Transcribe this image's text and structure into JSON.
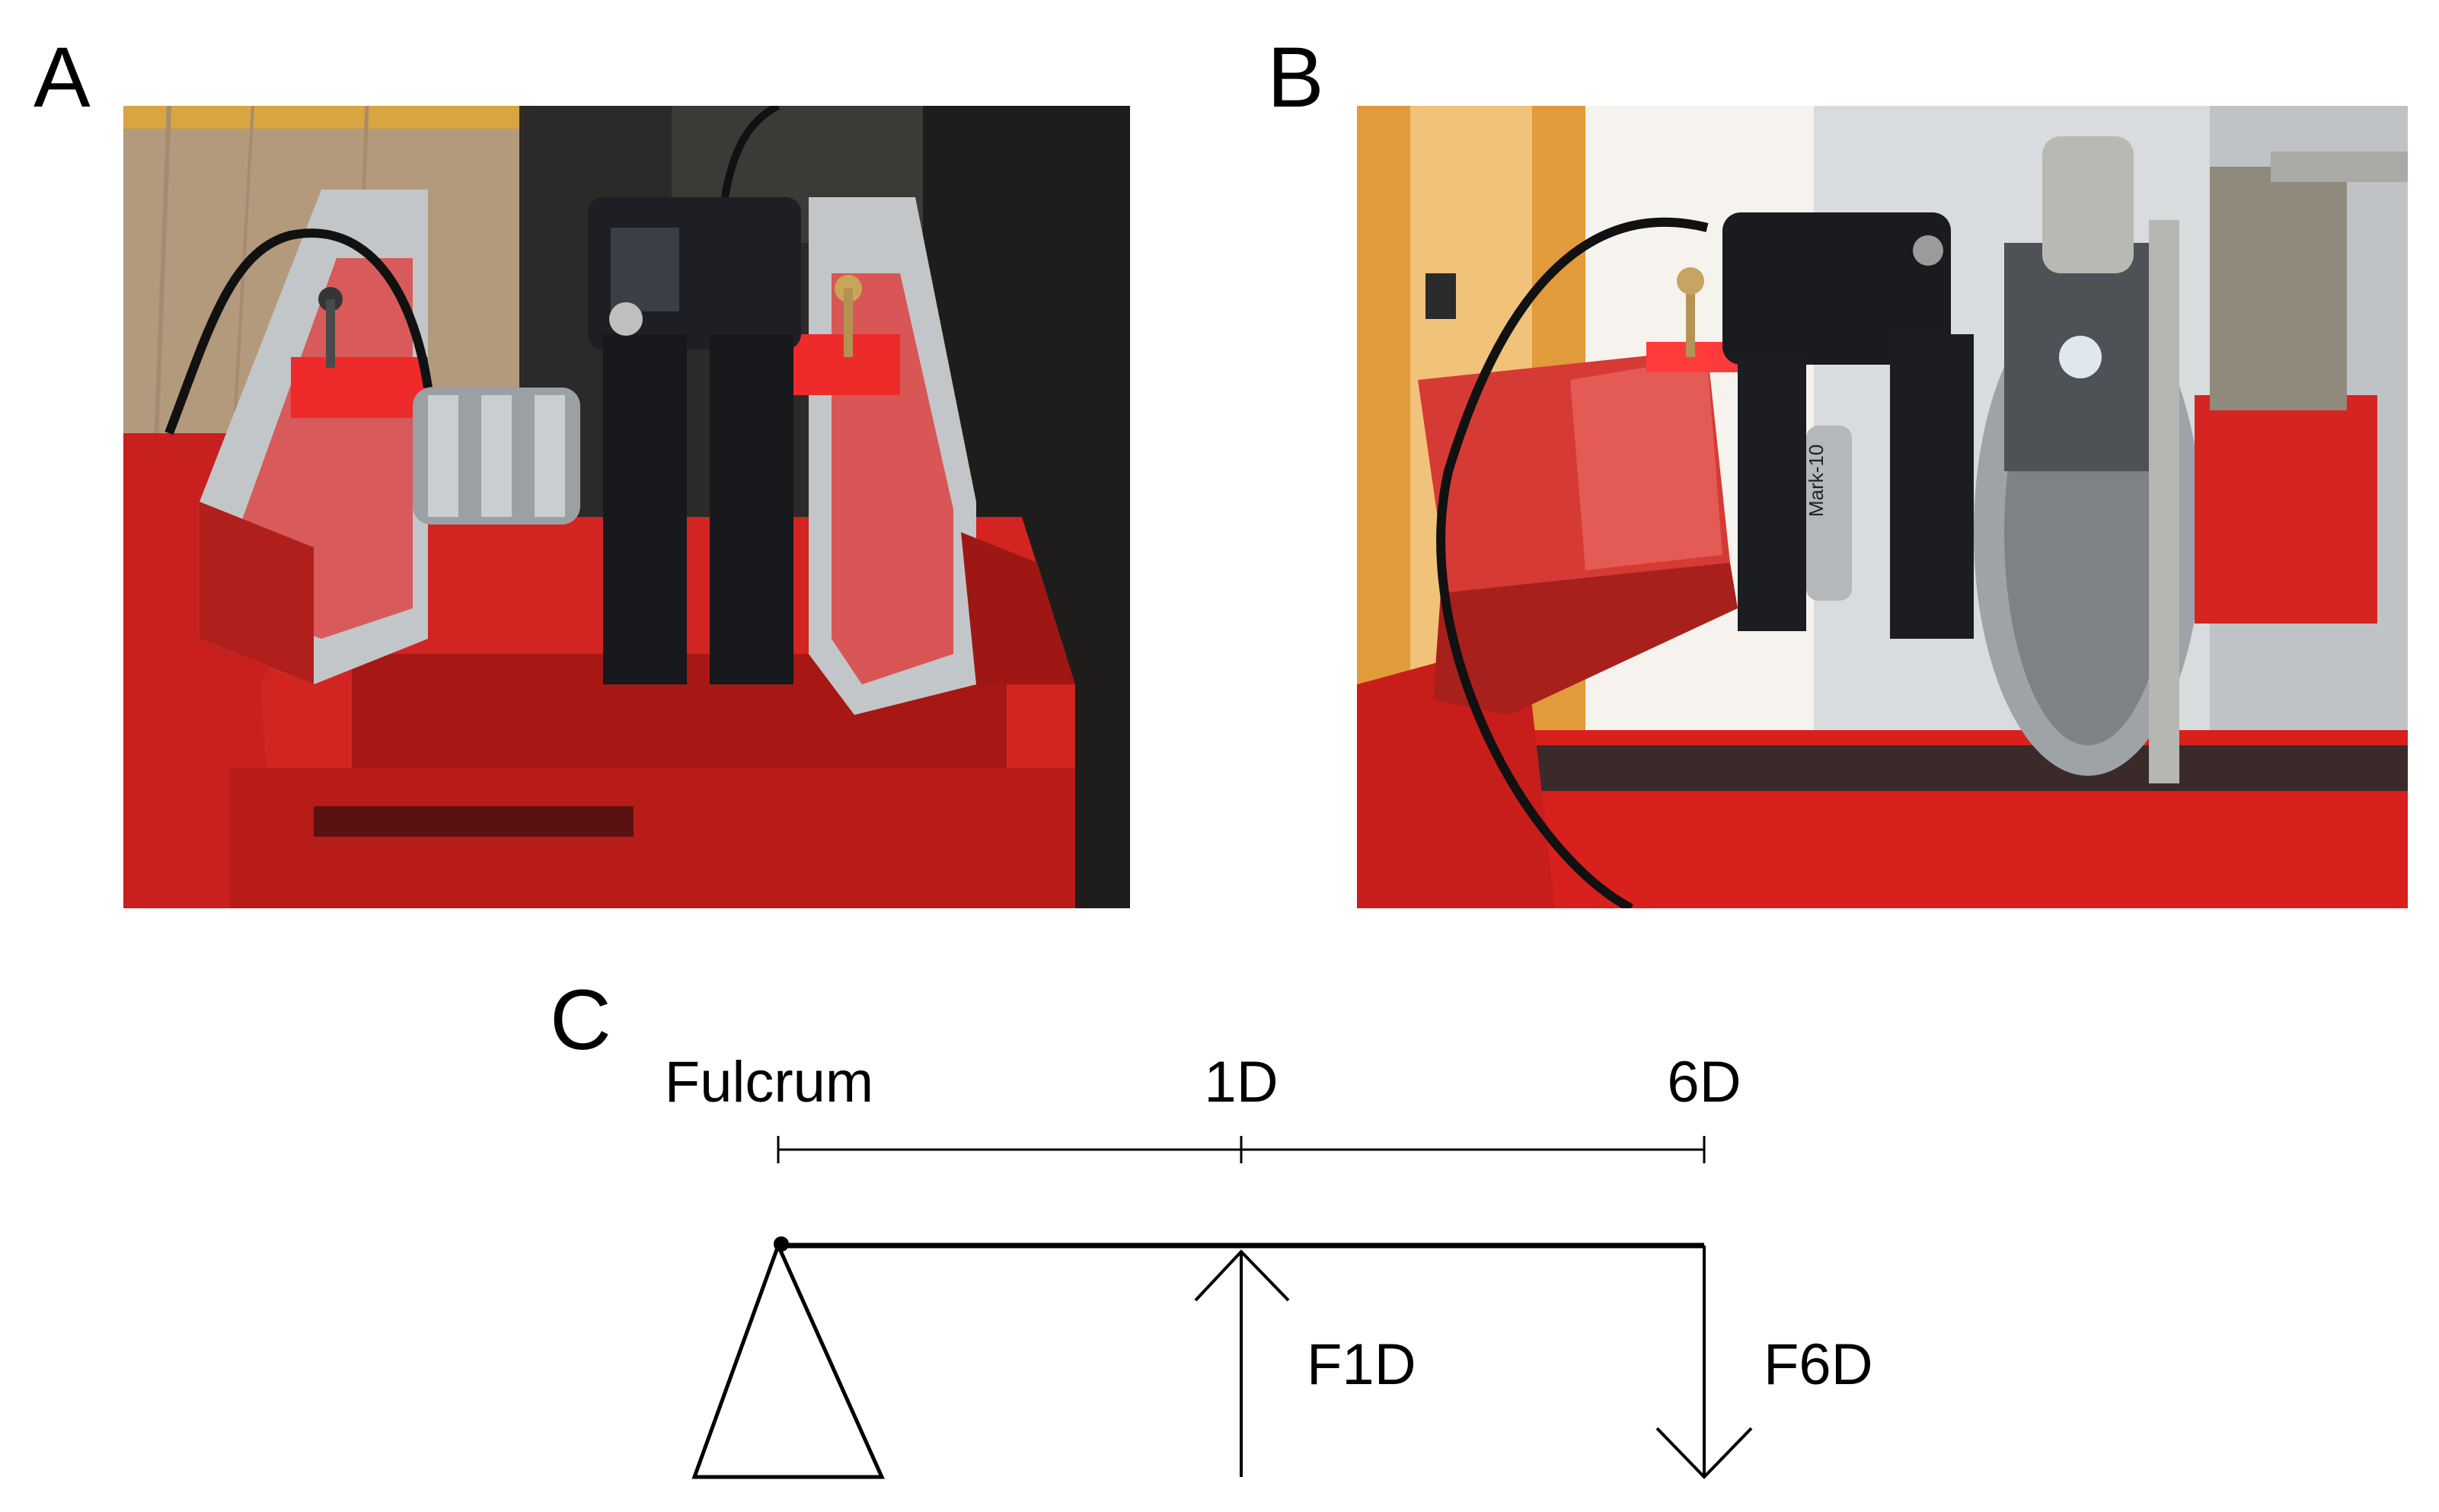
{
  "panels": {
    "a": {
      "label": "A"
    },
    "b": {
      "label": "B"
    },
    "c": {
      "label": "C"
    }
  },
  "photo_b": {
    "device_text": "Mark-10"
  },
  "lever": {
    "fulcrum_label": "Fulcrum",
    "position_1d_label": "1D",
    "position_6d_label": "6D",
    "force_1d_label": "F1D",
    "force_6d_label": "F6D"
  }
}
